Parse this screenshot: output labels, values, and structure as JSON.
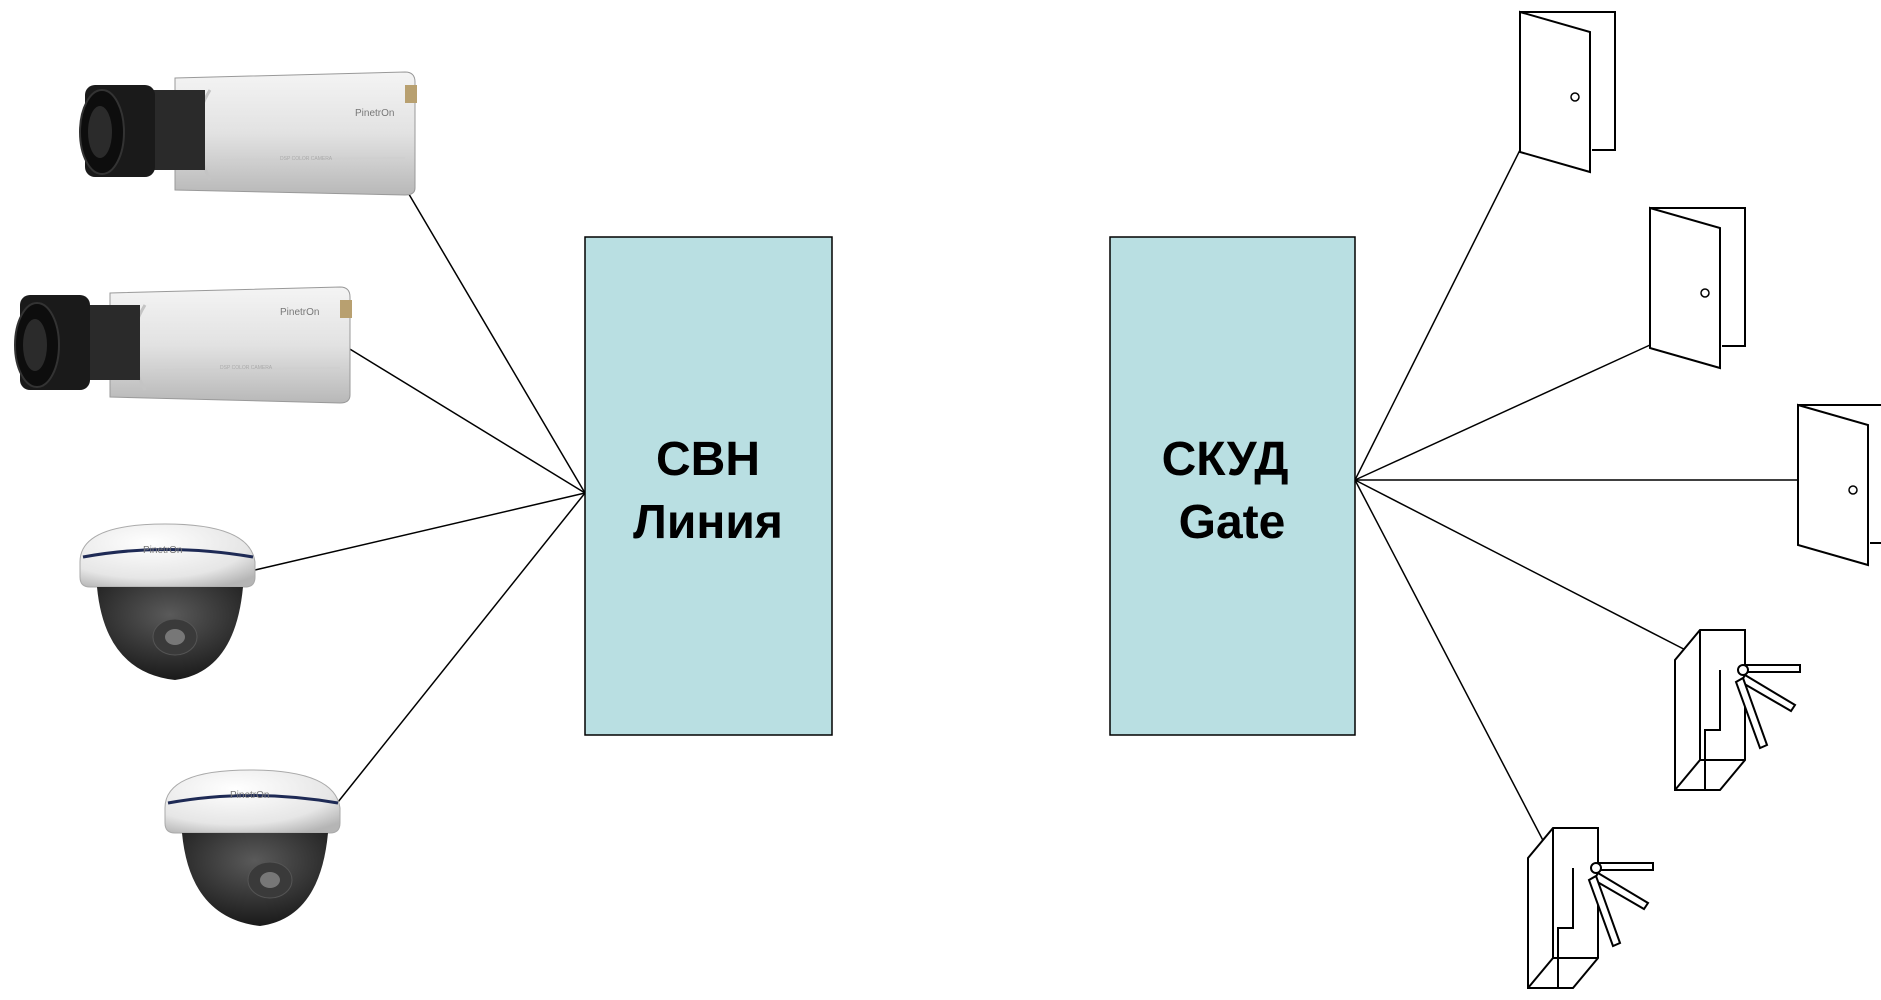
{
  "svn_box": {
    "line1": "СВН",
    "line2": "Линия",
    "fill": "#b9dfe2"
  },
  "skud_box": {
    "line1": "СКУД",
    "line2": "Gate",
    "fill": "#b9dfe2"
  },
  "camera_brand": "PinetrOn",
  "cameras": [
    {
      "name": "box-camera-1",
      "icon": "box-camera-icon"
    },
    {
      "name": "box-camera-2",
      "icon": "box-camera-icon"
    },
    {
      "name": "dome-camera-1",
      "icon": "dome-camera-icon"
    },
    {
      "name": "dome-camera-2",
      "icon": "dome-camera-icon"
    }
  ],
  "endpoints": [
    {
      "name": "door-1",
      "icon": "door-icon"
    },
    {
      "name": "door-2",
      "icon": "door-icon"
    },
    {
      "name": "door-3",
      "icon": "door-icon"
    },
    {
      "name": "turnstile-1",
      "icon": "turnstile-icon"
    },
    {
      "name": "turnstile-2",
      "icon": "turnstile-icon"
    }
  ]
}
